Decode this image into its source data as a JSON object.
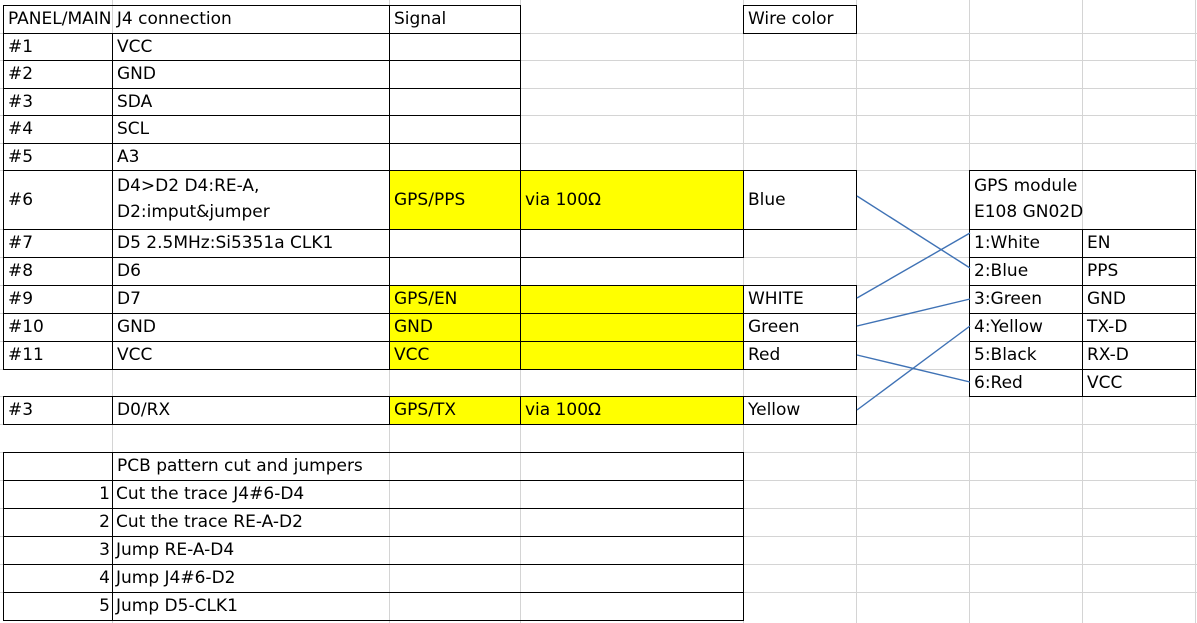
{
  "sheet": {
    "header": {
      "connection": "PANEL/MAIN J4 connection",
      "signal": "Signal",
      "wire_color": "Wire color"
    },
    "j4_rows": [
      {
        "pin": "#1",
        "name": "VCC"
      },
      {
        "pin": "#2",
        "name": "GND"
      },
      {
        "pin": "#3",
        "name": "SDA"
      },
      {
        "pin": "#4",
        "name": "SCL"
      },
      {
        "pin": "#5",
        "name": "A3"
      },
      {
        "pin": "#6",
        "name_line1": "D4>D2  D4:RE-A,",
        "name_line2": "D2:imput&jumper",
        "signal": "GPS/PPS",
        "note": "via 100Ω",
        "wire": "Blue"
      },
      {
        "pin": "#7",
        "name": "D5 2.5MHz:Si5351a CLK1"
      },
      {
        "pin": "#8",
        "name": "D6"
      },
      {
        "pin": "#9",
        "name": "D7",
        "signal": "GPS/EN",
        "wire": "WHITE"
      },
      {
        "pin": "#10",
        "name": "GND",
        "signal": "GND",
        "wire": "Green"
      },
      {
        "pin": "#11",
        "name": "VCC",
        "signal": "VCC",
        "wire": "Red"
      }
    ],
    "rx_row": {
      "pin": "#3",
      "name": "D0/RX",
      "signal": "GPS/TX",
      "note": "via 100Ω",
      "wire": "Yellow"
    },
    "gps_module": {
      "title_line1": "GPS  module",
      "title_line2": "E108 GN02D",
      "pins": [
        {
          "label": "1:White",
          "func": "EN"
        },
        {
          "label": "2:Blue",
          "func": "PPS"
        },
        {
          "label": "3:Green",
          "func": "GND"
        },
        {
          "label": "4:Yellow",
          "func": "TX-D"
        },
        {
          "label": "5:Black",
          "func": "RX-D"
        },
        {
          "label": "6:Red",
          "func": "VCC"
        }
      ]
    },
    "pcb": {
      "title": "PCB pattern cut and jumpers",
      "steps": [
        {
          "n": "1",
          "text": "Cut the trace J4#6-D4"
        },
        {
          "n": "2",
          "text": "Cut the trace RE-A-D2"
        },
        {
          "n": "3",
          "text": "Jump RE-A-D4"
        },
        {
          "n": "4",
          "text": "Jump J4#6-D2"
        },
        {
          "n": "5",
          "text": "Jump D5-CLK1"
        }
      ]
    },
    "colors": {
      "highlight": "#ffff00",
      "gridline": "#d4d4d4",
      "wire": "#3f72b5"
    }
  }
}
